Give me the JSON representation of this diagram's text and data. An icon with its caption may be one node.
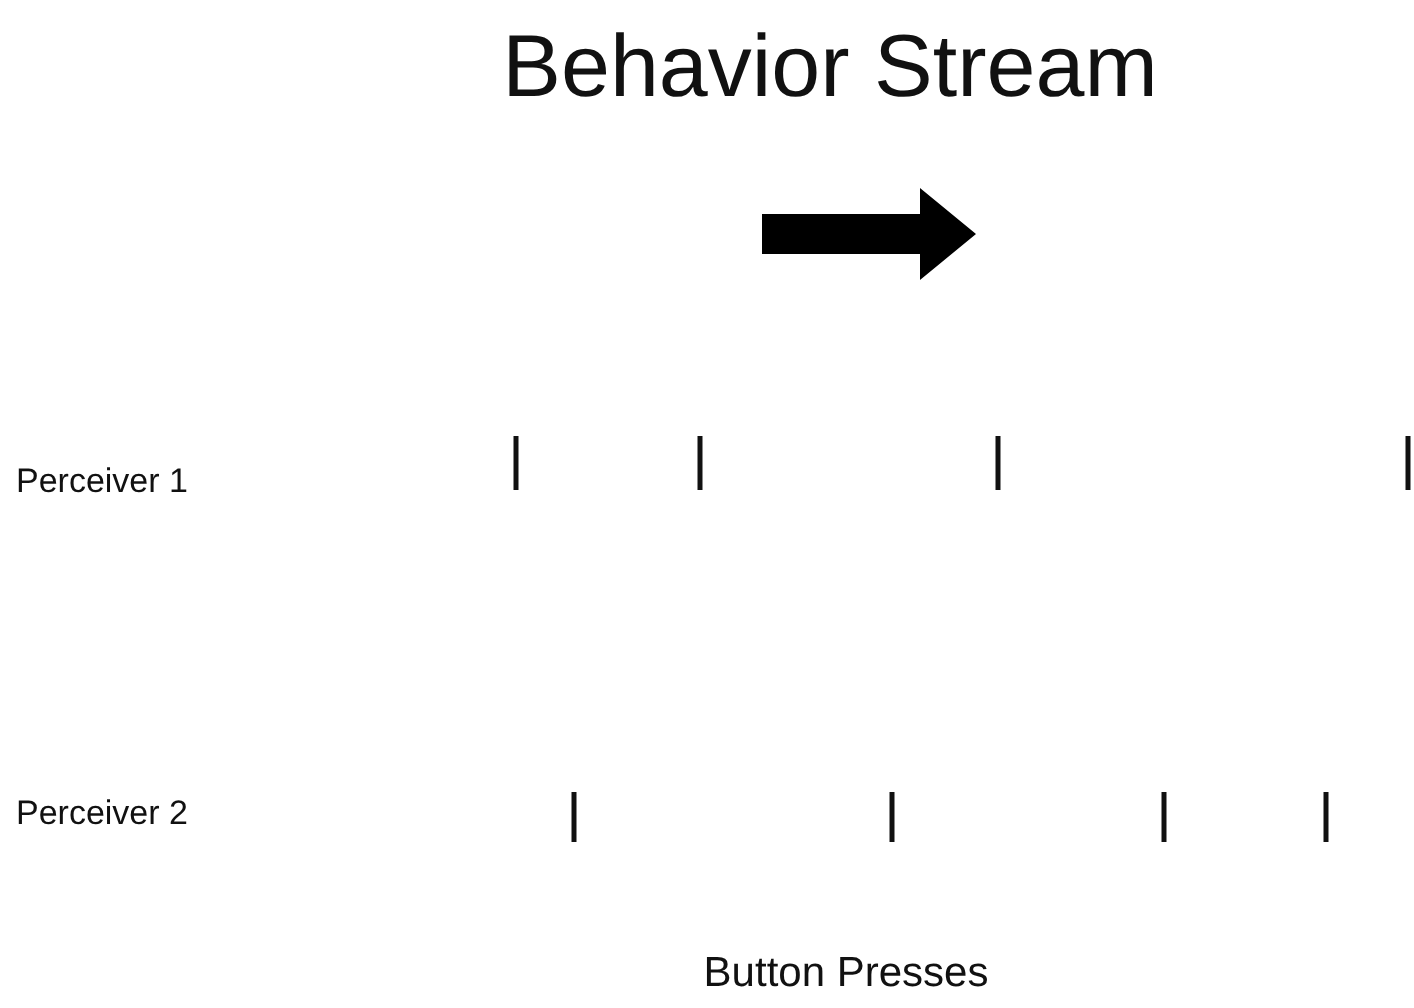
{
  "diagram": {
    "title": "Behavior Stream",
    "labels": [
      "Perceiver 1",
      "Perceiver 2"
    ],
    "caption": "Button Presses"
  }
}
